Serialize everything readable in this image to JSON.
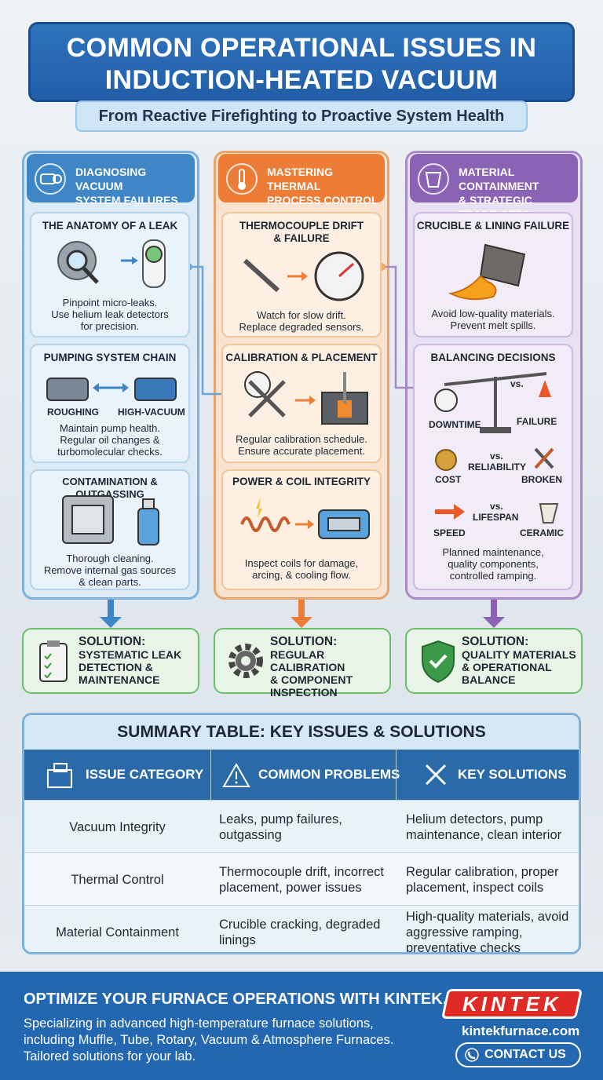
{
  "header": {
    "title_line1": "COMMON OPERATIONAL ISSUES IN",
    "title_line2": "INDUCTION-HEATED VACUUM FURNACES",
    "subtitle": "From Reactive Firefighting to Proactive System Health"
  },
  "columns": [
    {
      "heading_line1": "DIAGNOSING VACUUM",
      "heading_line2": "SYSTEM FAILURES",
      "cards": [
        {
          "title": "THE ANATOMY OF A LEAK",
          "text_lines": [
            "Pinpoint micro-leaks.",
            "Use helium leak detectors",
            "for precision."
          ]
        },
        {
          "title": "PUMPING SYSTEM CHAIN",
          "labels": [
            "ROUGHING",
            "HIGH-VACUUM"
          ],
          "text_lines": [
            "Maintain pump health.",
            "Regular oil changes &",
            "turbomolecular checks."
          ]
        },
        {
          "title": "CONTAMINATION & OUTGASSING",
          "text_lines": [
            "Thorough cleaning.",
            "Remove internal gas sources",
            "& clean parts."
          ]
        }
      ],
      "solution": {
        "heading": "SOLUTION:",
        "lines": [
          "SYSTEMATIC LEAK",
          "DETECTION &",
          "MAINTENANCE"
        ]
      }
    },
    {
      "heading_line1": "MASTERING THERMAL",
      "heading_line2": "PROCESS CONTROL",
      "cards": [
        {
          "title_line1": "THERMOCOUPLE DRIFT",
          "title_line2": "& FAILURE",
          "text_lines": [
            "Watch for slow drift.",
            "Replace degraded sensors."
          ]
        },
        {
          "title": "CALIBRATION & PLACEMENT",
          "text_lines": [
            "Regular calibration schedule.",
            "Ensure accurate placement."
          ]
        },
        {
          "title": "POWER & COIL INTEGRITY",
          "text_lines": [
            "Inspect coils for damage,",
            "arcing, & cooling flow."
          ]
        }
      ],
      "solution": {
        "heading": "SOLUTION:",
        "lines": [
          "REGULAR CALIBRATION",
          "& COMPONENT",
          "INSPECTION"
        ]
      }
    },
    {
      "heading_line1": "MATERIAL CONTAINMENT",
      "heading_line2": "& STRATEGIC TRADE-OFFS",
      "cards": [
        {
          "title": "CRUCIBLE & LINING FAILURE",
          "text_lines": [
            "Avoid low-quality materials.",
            "Prevent melt spills."
          ]
        },
        {
          "title": "BALANCING DECISIONS",
          "pairs": [
            {
              "left": "DOWNTIME",
              "vs": "vs.",
              "right": "FAILURE"
            },
            {
              "left": "COST",
              "vs": "vs.",
              "mid": "RELIABILITY",
              "right": "BROKEN"
            },
            {
              "left": "SPEED",
              "vs": "vs.",
              "mid": "LIFESPAN",
              "right": "CERAMIC"
            }
          ],
          "text_lines": [
            "Planned maintenance,",
            "quality components,",
            "controlled ramping."
          ]
        }
      ],
      "solution": {
        "heading": "SOLUTION:",
        "lines": [
          "QUALITY MATERIALS",
          "& OPERATIONAL",
          "BALANCE"
        ]
      }
    }
  ],
  "table": {
    "caption": "SUMMARY TABLE: KEY ISSUES & SOLUTIONS",
    "headers": [
      "ISSUE CATEGORY",
      "COMMON PROBLEMS",
      "KEY SOLUTIONS"
    ],
    "rows": [
      [
        "Vacuum Integrity",
        "Leaks, pump failures, outgassing",
        "Helium detectors, pump maintenance, clean interior"
      ],
      [
        "Thermal Control",
        "Thermocouple drift, incorrect placement, power issues",
        "Regular calibration, proper placement, inspect coils"
      ],
      [
        "Material Containment",
        "Crucible cracking, degraded linings",
        "High-quality materials, avoid aggressive ramping, preventative checks"
      ]
    ]
  },
  "footer": {
    "headline": "OPTIMIZE YOUR FURNACE OPERATIONS WITH KINTEK.",
    "body": "Specializing in advanced high-temperature furnace solutions, including Muffle, Tube, Rotary, Vacuum & Atmosphere Furnaces. Tailored solutions for your lab.",
    "logo": "KINTEK",
    "url": "kintekfurnace.com",
    "cta": "CONTACT US"
  },
  "colors": {
    "blue": "#3f86c6",
    "orange": "#ec7c36",
    "purple": "#8b63b5",
    "green": "#6bbf6b",
    "navy": "#2367b1",
    "red": "#e02a26"
  },
  "icons": [
    "pump-icon",
    "thermometer-icon",
    "crucible-icon",
    "magnifier-icon",
    "leak-detector-icon",
    "gauge-icon",
    "coil-icon",
    "scale-icon",
    "checklist-icon",
    "gear-icon",
    "shield-check-icon",
    "box-icon",
    "warning-icon",
    "tools-icon",
    "phone-icon"
  ]
}
